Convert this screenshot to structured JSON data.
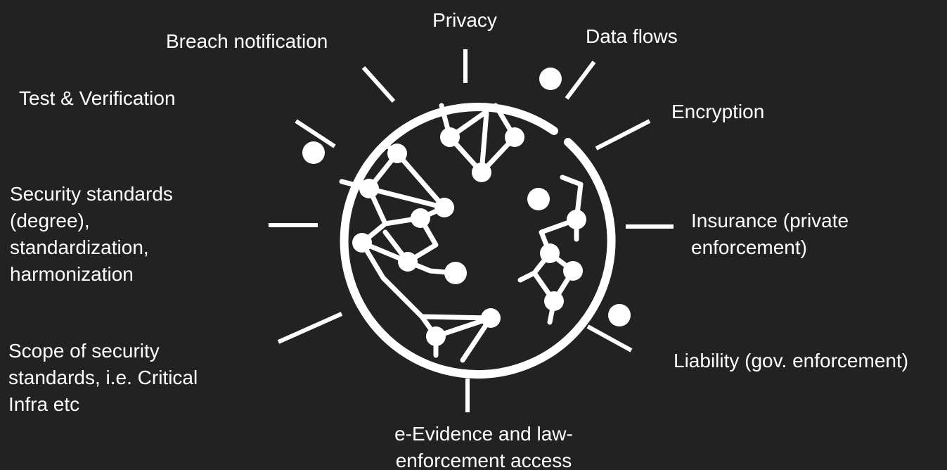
{
  "colors": {
    "background": "#222222",
    "foreground": "#ffffff"
  },
  "center_icon": "globe-network-icon",
  "labels": {
    "privacy": "Privacy",
    "breach_notification": "Breach notification",
    "data_flows": "Data flows",
    "test_verification": "Test & Verification",
    "encryption": "Encryption",
    "security_standards": "Security standards\n(degree),\nstandardization,\nharmonization",
    "insurance": "Insurance (private\nenforcement)",
    "scope": "Scope of security\nstandards, i.e. Critical\nInfra etc",
    "liability": "Liability (gov. enforcement)",
    "e_evidence": "e-Evidence and law-\nenforcement access"
  }
}
